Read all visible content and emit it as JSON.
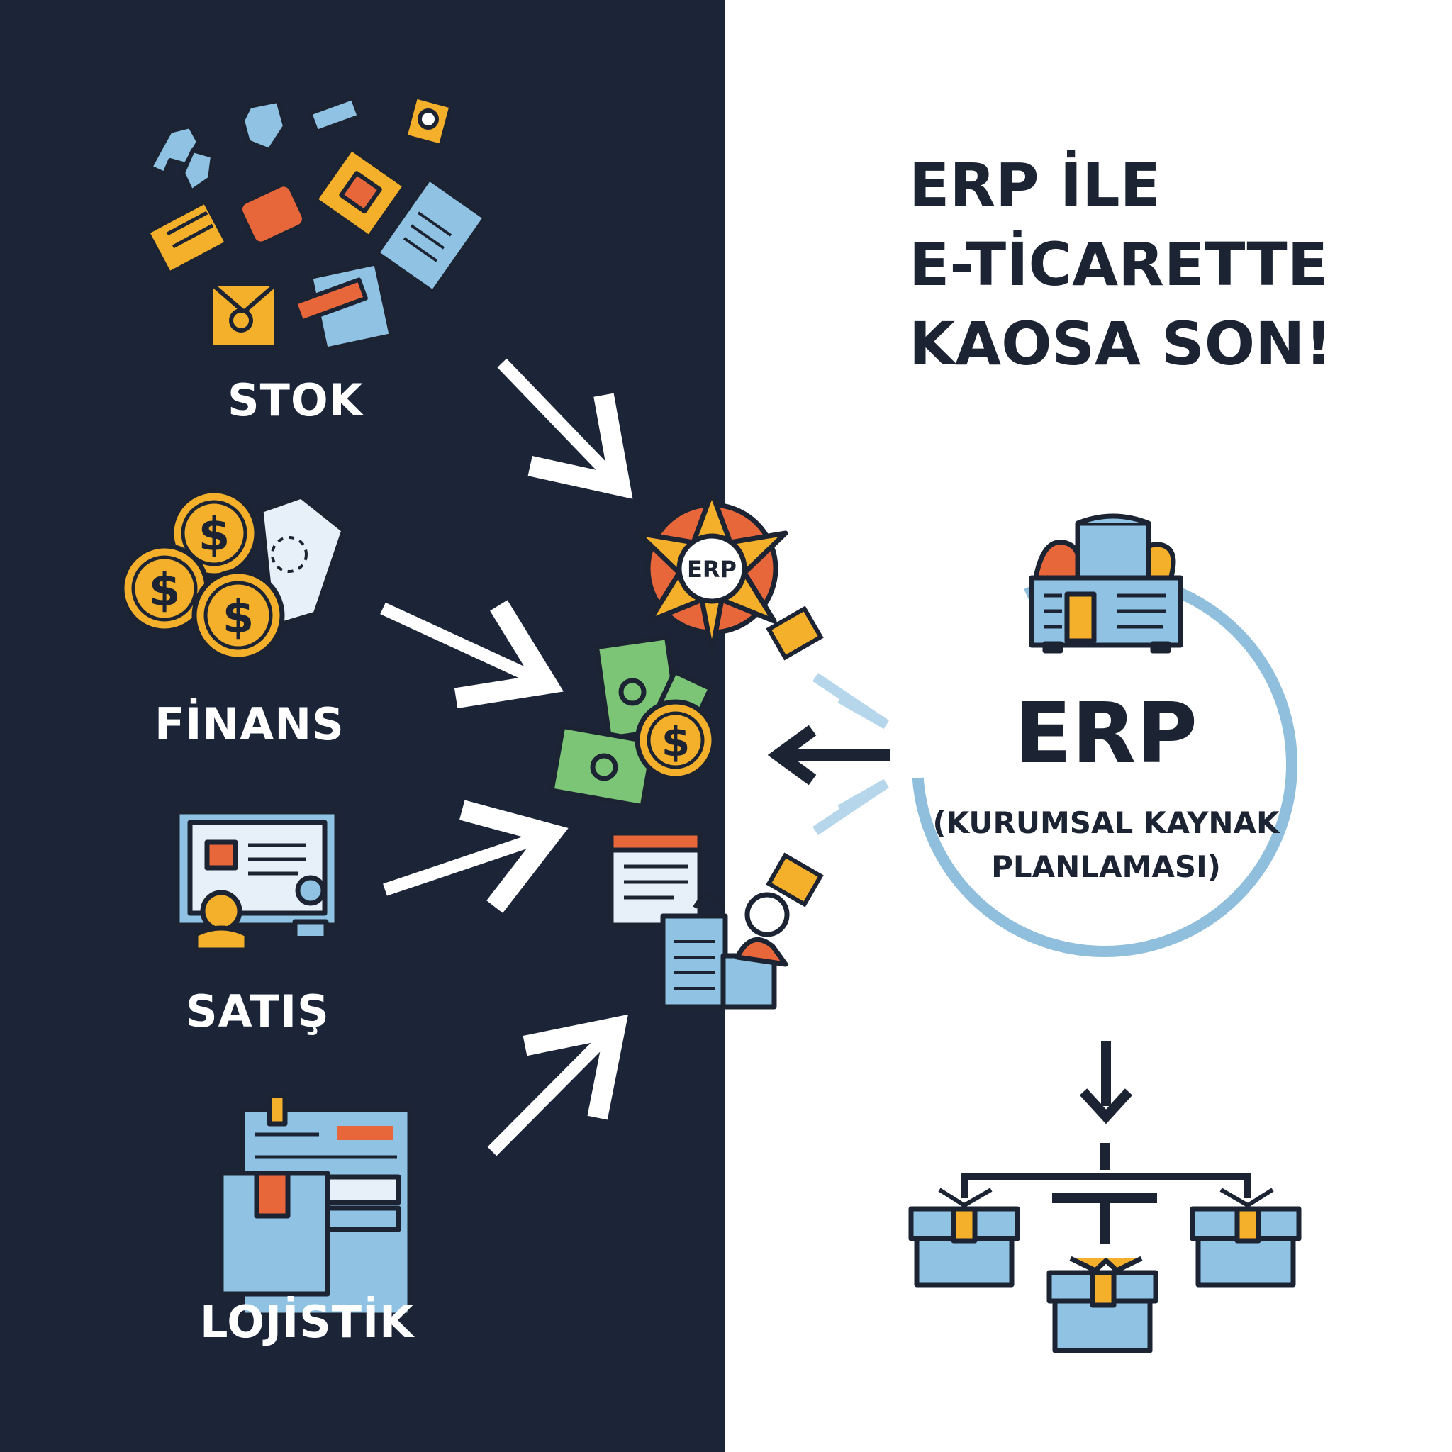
{
  "headline": {
    "line1": "ERP İLE",
    "line2": "E-TİCARETTE",
    "line3": "KAOSA SON!"
  },
  "categories": {
    "stok": "STOK",
    "finans": "FİNANS",
    "satis": "SATIŞ",
    "lojistik": "LOJİSTİK"
  },
  "hub": {
    "badge": "ERP"
  },
  "erp": {
    "title": "ERP",
    "subtitle_line1": "(KURUMSAL KAYNAK",
    "subtitle_line2": "PLANLAMASI)"
  },
  "colors": {
    "dark_panel": "#1c2538",
    "accent_orange": "#e8673a",
    "accent_yellow": "#f4b02b",
    "accent_blue": "#8fc2e3",
    "accent_green": "#7cc576",
    "ring_blue": "#8fbfdc"
  }
}
